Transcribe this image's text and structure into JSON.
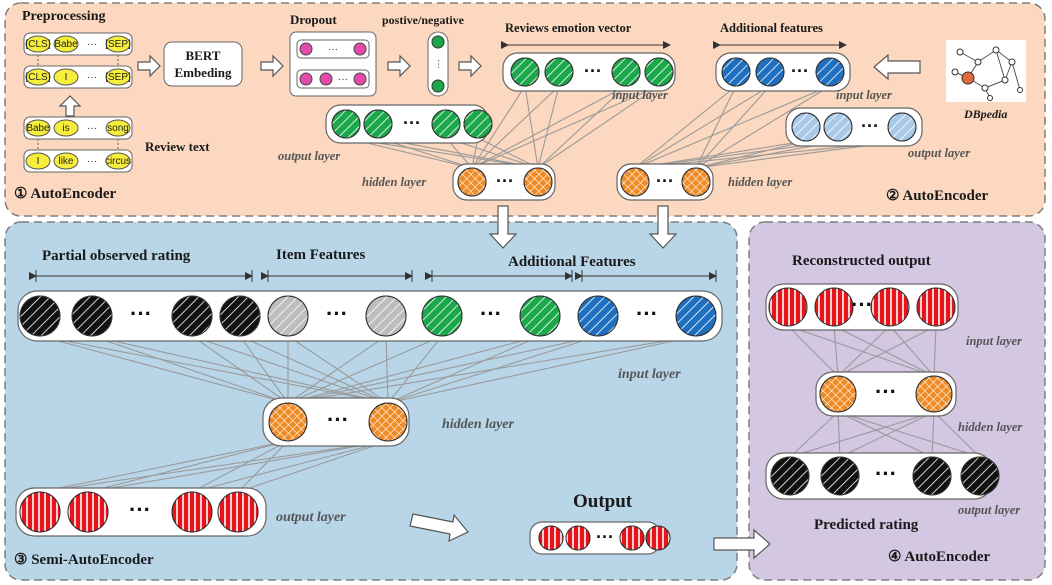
{
  "colors": {
    "top_panel": "#fbd8bf",
    "semi_panel": "#b9d6e8",
    "ae4_panel": "#d3c7e1",
    "green": "#1aa84a",
    "blue": "#1f6fc0",
    "light_blue": "#a9c9e8",
    "orange": "#f08a24",
    "red": "#e8141b",
    "black": "#111111",
    "gray": "#bdbdbd",
    "yellow": "#f6ee3a",
    "pink": "#e64aa8"
  },
  "top": {
    "preprocessing": "Preprocessing",
    "tokens_row1": [
      "[CLS]",
      "Babe",
      "···",
      "[SEP]"
    ],
    "tokens_row2": [
      "[CLS]",
      "I",
      "···",
      "[SEP]"
    ],
    "review_row1": [
      "Babe",
      "is",
      "···",
      "song"
    ],
    "review_row2": [
      "I",
      "like",
      "···",
      "circus"
    ],
    "review_text": "Review text",
    "bert": "BERT",
    "embeding": "Embeding",
    "dropout": "Dropout",
    "posneg": "postive/negative",
    "reviews_vector": "Reviews emotion vector",
    "additional": "Additional features",
    "dbpedia": "DBpedia",
    "input_layer": "input layer",
    "output_layer": "output layer",
    "hidden_layer": "hidden layer",
    "ae1": "① AutoEncoder",
    "ae2": "② AutoEncoder",
    "ellipsis": "···"
  },
  "semi": {
    "partial": "Partial observed rating",
    "item": "Item Features",
    "additional": "Additional Features",
    "input_layer": "input layer",
    "hidden_layer": "hidden layer",
    "output_layer": "output layer",
    "output": "Output",
    "title": "③ Semi-AutoEncoder"
  },
  "ae4": {
    "reconstructed": "Reconstructed output",
    "input_layer": "input layer",
    "hidden_layer": "hidden layer",
    "output_layer": "output layer",
    "predicted": "Predicted rating",
    "title": "④ AutoEncoder"
  }
}
